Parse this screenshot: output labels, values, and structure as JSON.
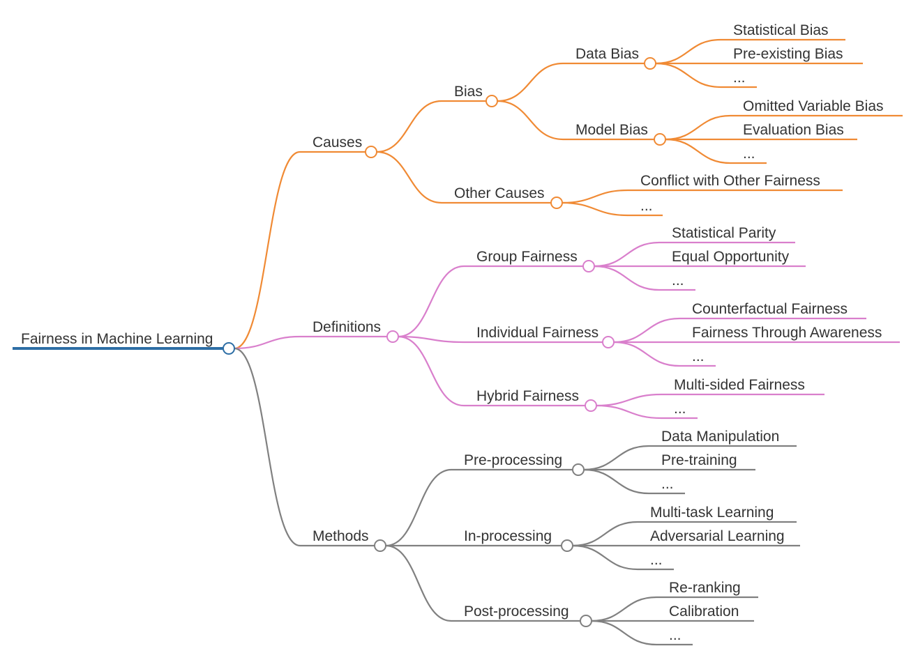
{
  "colors": {
    "root": "#2d6ea5",
    "causes": "#f08a34",
    "definitions": "#d97fcc",
    "methods": "#808080"
  },
  "root": {
    "label": "Fairness in Machine Learning",
    "children": [
      {
        "label": "Causes",
        "color_key": "causes",
        "children": [
          {
            "label": "Bias",
            "children": [
              {
                "label": "Data Bias",
                "children": [
                  {
                    "label": "Statistical Bias"
                  },
                  {
                    "label": "Pre-existing Bias"
                  },
                  {
                    "label": "..."
                  }
                ]
              },
              {
                "label": "Model Bias",
                "children": [
                  {
                    "label": "Omitted Variable Bias"
                  },
                  {
                    "label": "Evaluation Bias"
                  },
                  {
                    "label": "..."
                  }
                ]
              }
            ]
          },
          {
            "label": "Other Causes",
            "children": [
              {
                "label": "Conflict with Other Fairness"
              },
              {
                "label": "..."
              }
            ]
          }
        ]
      },
      {
        "label": "Definitions",
        "color_key": "definitions",
        "children": [
          {
            "label": "Group Fairness",
            "children": [
              {
                "label": "Statistical Parity"
              },
              {
                "label": "Equal Opportunity"
              },
              {
                "label": "..."
              }
            ]
          },
          {
            "label": "Individual Fairness",
            "children": [
              {
                "label": "Counterfactual Fairness"
              },
              {
                "label": "Fairness Through Awareness"
              },
              {
                "label": "..."
              }
            ]
          },
          {
            "label": "Hybrid Fairness",
            "children": [
              {
                "label": "Multi-sided Fairness"
              },
              {
                "label": "..."
              }
            ]
          }
        ]
      },
      {
        "label": "Methods",
        "color_key": "methods",
        "children": [
          {
            "label": "Pre-processing",
            "children": [
              {
                "label": "Data Manipulation"
              },
              {
                "label": "Pre-training"
              },
              {
                "label": "..."
              }
            ]
          },
          {
            "label": "In-processing",
            "children": [
              {
                "label": "Multi-task Learning"
              },
              {
                "label": "Adversarial Learning"
              },
              {
                "label": "..."
              }
            ]
          },
          {
            "label": "Post-processing",
            "children": [
              {
                "label": "Re-ranking"
              },
              {
                "label": "Calibration"
              },
              {
                "label": "..."
              }
            ]
          }
        ]
      }
    ]
  }
}
